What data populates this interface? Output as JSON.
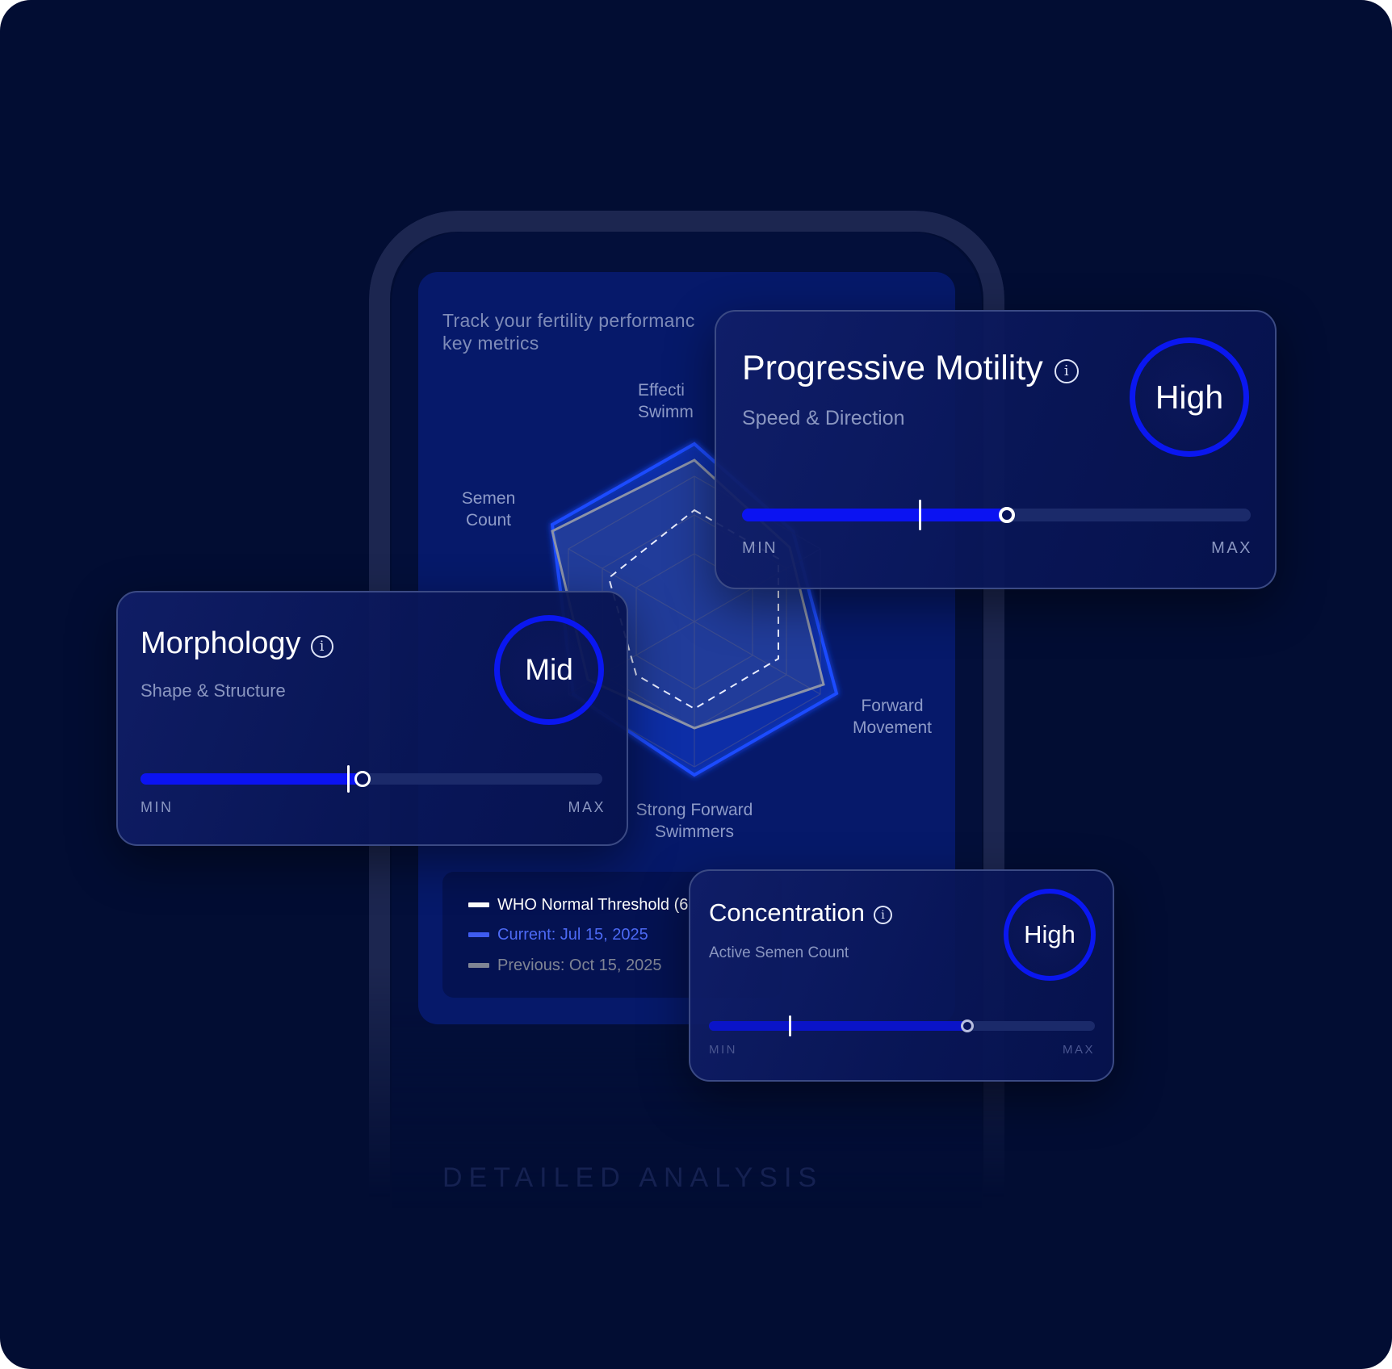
{
  "screen": {
    "subtitle_line1": "Track your fertility performanc",
    "subtitle_line2": "key metrics",
    "radar": {
      "labels": {
        "top_line1": "Effecti",
        "top_line2": "Swimm",
        "left_line1": "Semen",
        "left_line2": "Count",
        "right_line1": "Forward",
        "right_line2": "Movement",
        "bottom_line1": "Strong Forward",
        "bottom_line2": "Swimmers"
      }
    },
    "legend": {
      "items": [
        {
          "label": "WHO Normal Threshold (6",
          "color": "#ffffff"
        },
        {
          "label": "Current: Jul 15, 2025",
          "color": "#3f5cf0"
        },
        {
          "label": "Previous: Oct 15, 2025",
          "color": "#7f8494"
        }
      ]
    },
    "section_heading": "DETAILED ANALYSIS"
  },
  "cards": {
    "motility": {
      "title": "Progressive Motility",
      "subtitle": "Speed & Direction",
      "badge": "High",
      "level": 0.52,
      "threshold": 0.35,
      "min_label": "MIN",
      "max_label": "MAX"
    },
    "morphology": {
      "title": "Morphology",
      "subtitle": "Shape & Structure",
      "badge": "Mid",
      "level": 0.48,
      "threshold": 0.45,
      "min_label": "MIN",
      "max_label": "MAX"
    },
    "concentration": {
      "title": "Concentration",
      "subtitle": "Active Semen Count",
      "badge": "High",
      "level": 0.67,
      "threshold": 0.21,
      "min_label": "MIN",
      "max_label": "MAX"
    }
  },
  "icons": {
    "info": "info-icon"
  },
  "colors": {
    "accent": "#0b13f2",
    "background": "#020d33"
  }
}
